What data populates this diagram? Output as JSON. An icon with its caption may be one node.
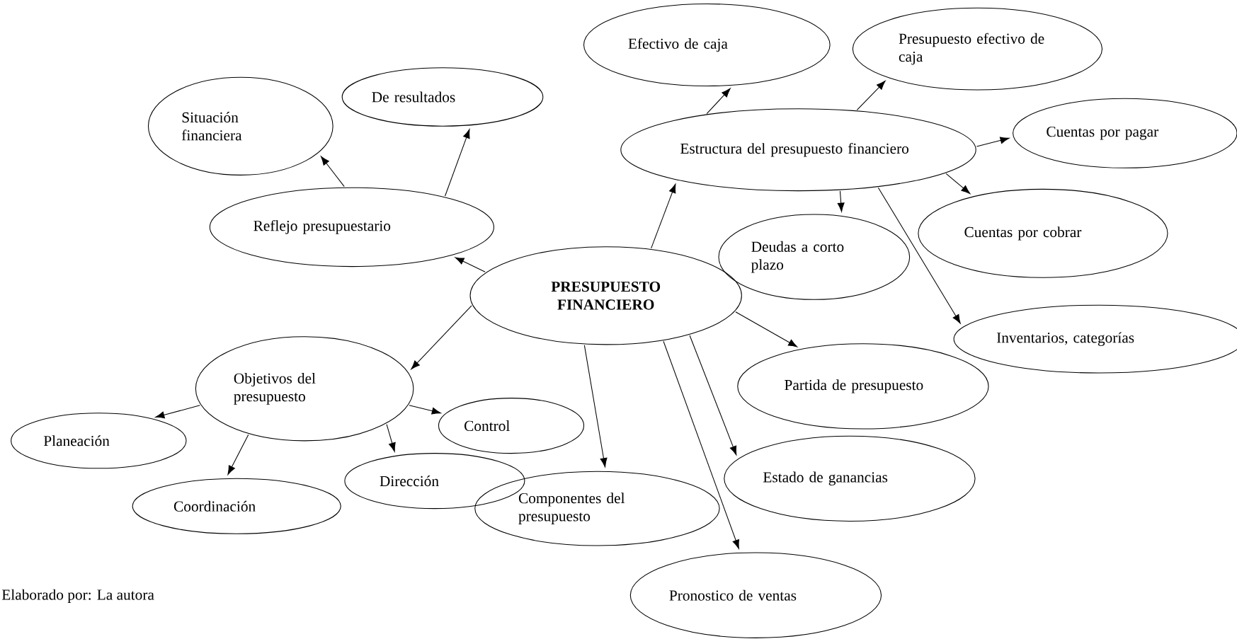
{
  "diagram": {
    "nodes": [
      {
        "text": [
          "**PRESUPUESTO FINANCIERO**"
        ]
      },
      {
        "text": [
          "Reflejo presupuestario"
        ]
      },
      {
        "text": [
          "Situación financiera"
        ]
      },
      {
        "text": [
          "De resultados"
        ]
      },
      {
        "text": [
          "Estructura del presupuesto financiero"
        ]
      },
      {
        "text": [
          "Efectivo de caja"
        ]
      },
      {
        "text": [
          "Presupuesto efectivo de caja"
        ]
      },
      {
        "text": [
          "Cuentas por pagar"
        ]
      },
      {
        "text": [
          "Cuentas por cobrar"
        ]
      },
      {
        "text": [
          "Deudas a corto plazo"
        ]
      },
      {
        "text": [
          "Inventarios, categorías"
        ]
      },
      {
        "text": [
          "Objetivos del presupuesto"
        ]
      },
      {
        "text": [
          "Planeación"
        ]
      },
      {
        "text": [
          "Coordinación"
        ]
      },
      {
        "text": [
          "Control"
        ]
      },
      {
        "text": [
          "Dirección"
        ]
      },
      {
        "text": [
          "Componentes del presupuesto"
        ]
      },
      {
        "text": [
          "Partida de presupuesto"
        ]
      },
      {
        "text": [
          "Estado de ganancias"
        ]
      },
      {
        "text": [
          "Pronostico de ventas"
        ]
      }
    ],
    "edges": [
      {
        "from": 0,
        "to": 1,
        "arrow": "to"
      },
      {
        "from": 1,
        "to": 2,
        "arrow": "to"
      },
      {
        "from": 1,
        "to": 3,
        "arrow": "to"
      },
      {
        "from": 0,
        "to": 4,
        "arrow": "to"
      },
      {
        "from": 4,
        "to": 5,
        "arrow": "to"
      },
      {
        "from": 4,
        "to": 6,
        "arrow": "to"
      },
      {
        "from": 4,
        "to": 7,
        "arrow": "to"
      },
      {
        "from": 4,
        "to": 8,
        "arrow": "to"
      },
      {
        "from": 4,
        "to": 9,
        "arrow": "to"
      },
      {
        "from": 4,
        "to": 10,
        "arrow": "to"
      },
      {
        "from": 0,
        "to": 11,
        "arrow": "to"
      },
      {
        "from": 11,
        "to": 12,
        "arrow": "to"
      },
      {
        "from": 11,
        "to": 13,
        "arrow": "to"
      },
      {
        "from": 11,
        "to": 14,
        "arrow": "to"
      },
      {
        "from": 11,
        "to": 15,
        "arrow": "to"
      },
      {
        "from": 0,
        "to": 16,
        "arrow": "to"
      },
      {
        "from": 0,
        "to": 17,
        "arrow": "to"
      },
      {
        "from": 0,
        "to": 18,
        "arrow": "to"
      },
      {
        "from": 0,
        "to": 19,
        "arrow": "to"
      }
    ],
    "labels": [
      "Elaborado por: La autora"
    ]
  }
}
